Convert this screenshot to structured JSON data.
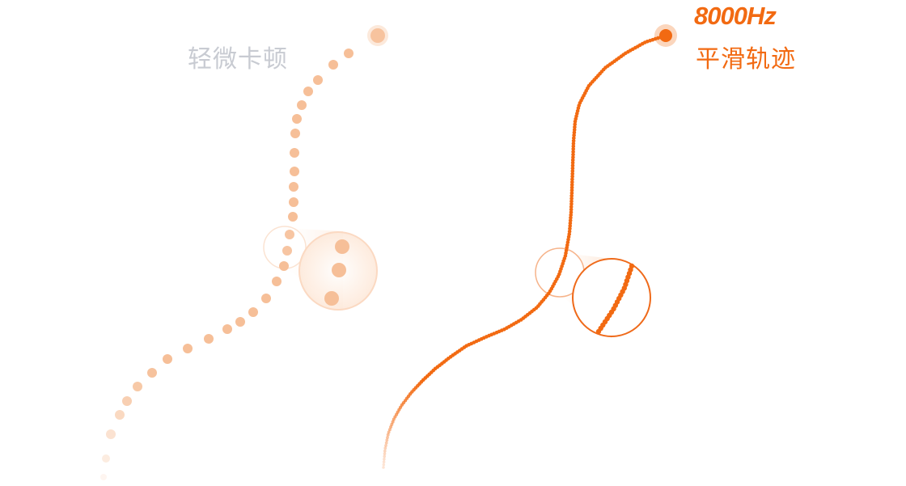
{
  "left_panel": {
    "caption": "轻微卡顿",
    "dot_color": "#f6bf98"
  },
  "right_panel": {
    "frequency": "8000Hz",
    "caption": "平滑轨迹",
    "dot_color": "#f26a12"
  }
}
